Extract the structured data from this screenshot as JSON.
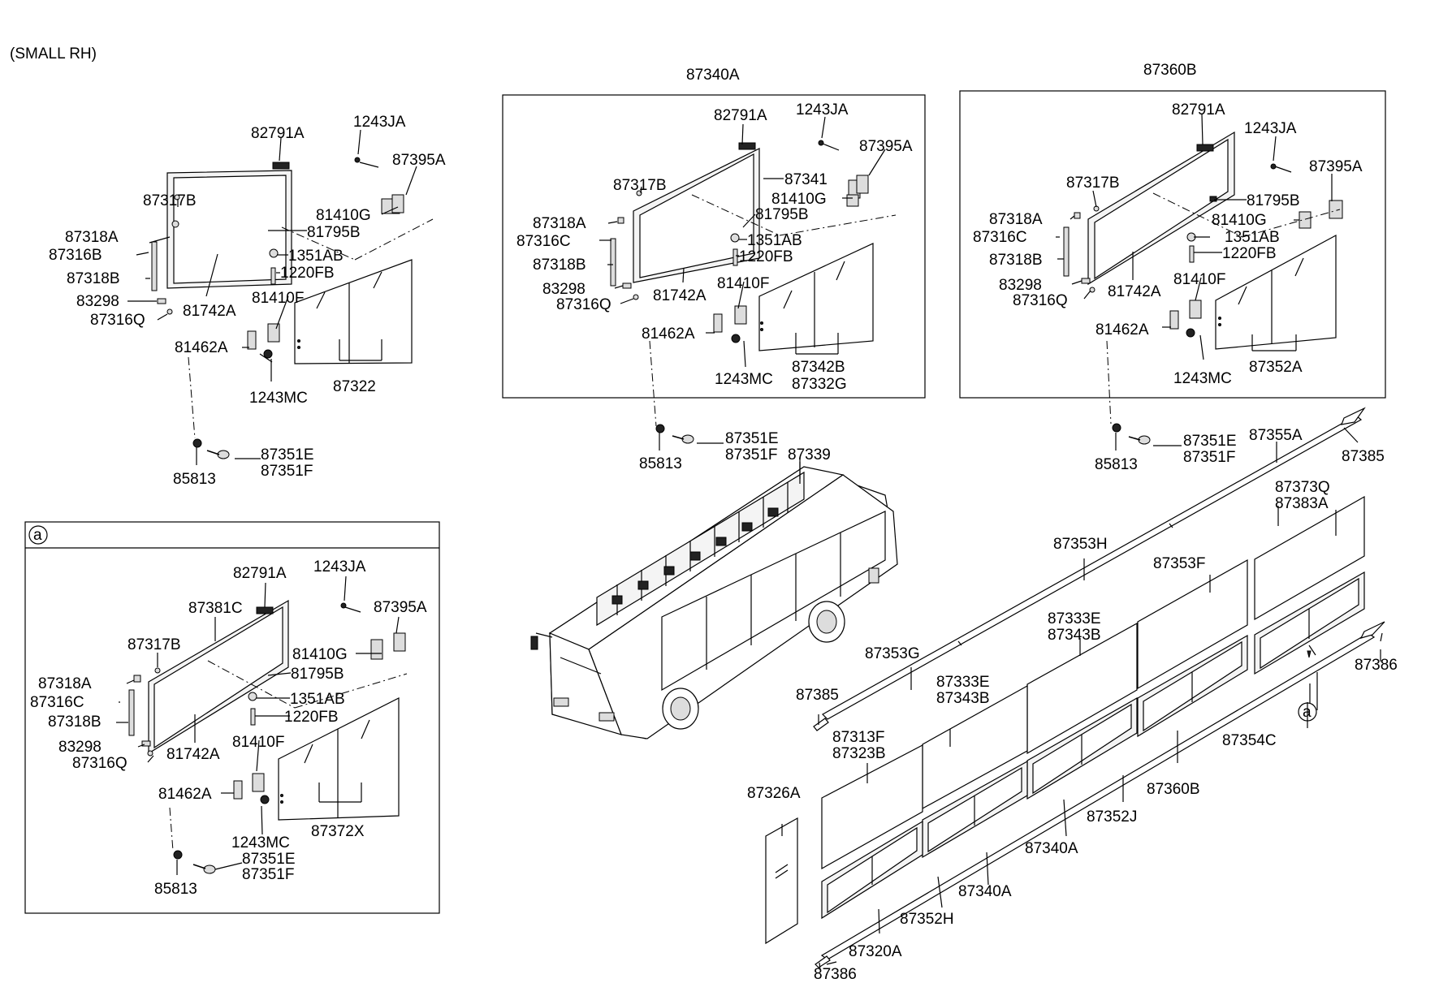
{
  "header": {
    "title": "(SMALL RH)"
  },
  "callout_marker": "a",
  "labels": {
    "g1": [
      "82791A",
      "1243JA",
      "87395A",
      "87317B",
      "81410G",
      "81795B",
      "87318A",
      "87316B",
      "87318B",
      "1351AB",
      "1220FB",
      "83298",
      "81742A",
      "81410F",
      "87316Q",
      "81462A",
      "87322",
      "1243MC",
      "87351E",
      "87351F",
      "85813"
    ],
    "g2": [
      "87340A",
      "82791A",
      "1243JA",
      "87395A",
      "87341",
      "87317B",
      "81410G",
      "87318A",
      "81795B",
      "87316C",
      "1351AB",
      "1220FB",
      "87318B",
      "81410F",
      "83298",
      "81742A",
      "87316Q",
      "81462A",
      "87342B",
      "87332G",
      "1243MC",
      "87351E",
      "87351F",
      "85813",
      "87339"
    ],
    "g3": [
      "87360B",
      "82791A",
      "1243JA",
      "87395A",
      "87317B",
      "81795B",
      "87318A",
      "81410G",
      "87316C",
      "1351AB",
      "87318B",
      "1220FB",
      "81410F",
      "83298",
      "81742A",
      "87316Q",
      "81462A",
      "87352A",
      "1243MC",
      "87351E",
      "87355A",
      "87351F",
      "85813",
      "87385"
    ],
    "g4": [
      "82791A",
      "1243JA",
      "87381C",
      "87395A",
      "87317B",
      "81410G",
      "81795B",
      "87318A",
      "87316C",
      "1351AB",
      "87318B",
      "1220FB",
      "81410F",
      "83298",
      "81742A",
      "87316Q",
      "81462A",
      "87372X",
      "1243MC",
      "87351E",
      "87351F",
      "85813"
    ],
    "g5": [
      "87373Q",
      "87383A",
      "87353H",
      "87353F",
      "87333E",
      "87343B",
      "87353G",
      "87333E",
      "87343B",
      "87386",
      "87385",
      "87313F",
      "87323B",
      "87354C",
      "87360B",
      "87326A",
      "87352J",
      "87340A",
      "87340A",
      "87352H",
      "87320A",
      "87386"
    ]
  }
}
